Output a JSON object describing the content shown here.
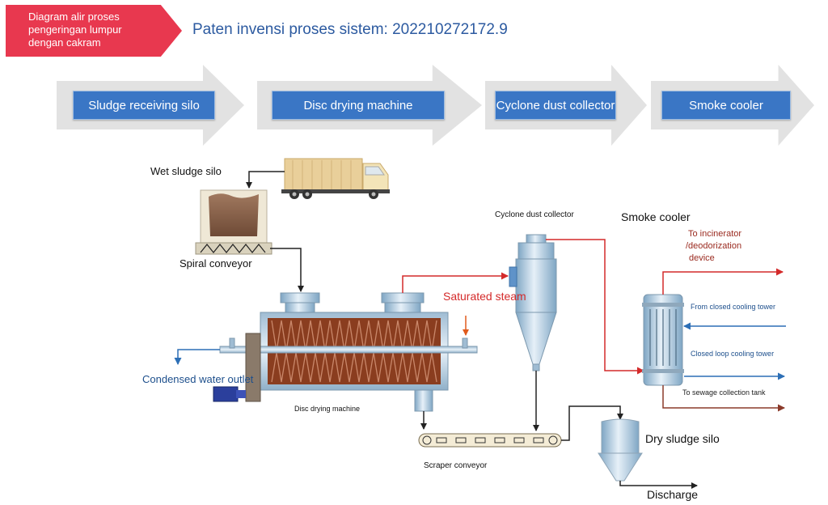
{
  "header": {
    "badge_lines": [
      "Diagram alir proses",
      "pengeringan lumpur",
      "dengan cakram"
    ],
    "patent_title": "Paten invensi proses sistem: 202210272172.9"
  },
  "steps": [
    {
      "label": "Sludge receiving silo"
    },
    {
      "label": "Disc drying machine"
    },
    {
      "label": "Cyclone dust collector"
    },
    {
      "label": "Smoke cooler"
    }
  ],
  "labels": {
    "wet_sludge_silo": "Wet sludge silo",
    "spiral_conveyor": "Spiral conveyor",
    "cyclone_dust_collector": "Cyclone dust collector",
    "smoke_cooler": "Smoke cooler",
    "to_incinerator": "To incinerator",
    "deodorization": "/deodorization",
    "device": "device",
    "saturated_steam": "Saturated steam",
    "from_closed_cooling_tower": "From closed cooling tower",
    "closed_loop_cooling_tower": "Closed loop cooling tower",
    "to_sewage_collection_tank": "To sewage collection tank",
    "condensed_water_outlet": "Condensed water outlet",
    "disc_drying_machine": "Disc drying machine",
    "scraper_conveyor": "Scraper conveyor",
    "dry_sludge_silo": "Dry sludge silo",
    "discharge": "Discharge"
  },
  "colors": {
    "badge": "#e8384f",
    "patent_text": "#2c5aa0",
    "step_box": "#3a76c5",
    "chevron": "#e2e2e2",
    "steam_line": "#d42a2a",
    "water_line": "#2d6fb6",
    "sewage_line": "#8b3a2a",
    "dryer_body": "#8a3d1f"
  }
}
